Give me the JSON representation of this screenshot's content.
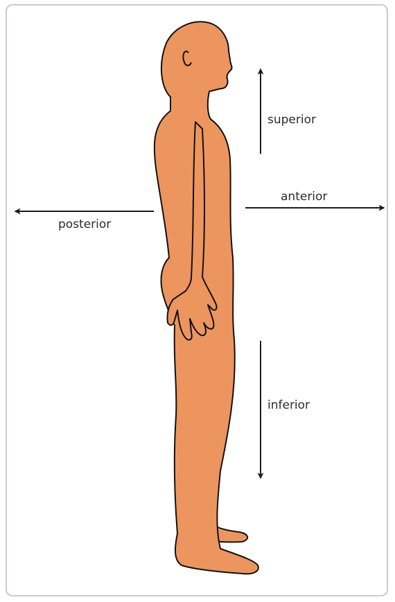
{
  "figure": {
    "body_fill": "#ED955F",
    "outline_color": "#111111",
    "arrow_color": "#1a1a1a",
    "frame_color": "#c9c9d6"
  },
  "labels": {
    "superior": "superior",
    "anterior": "anterior",
    "posterior": "posterior",
    "inferior": "inferior"
  }
}
